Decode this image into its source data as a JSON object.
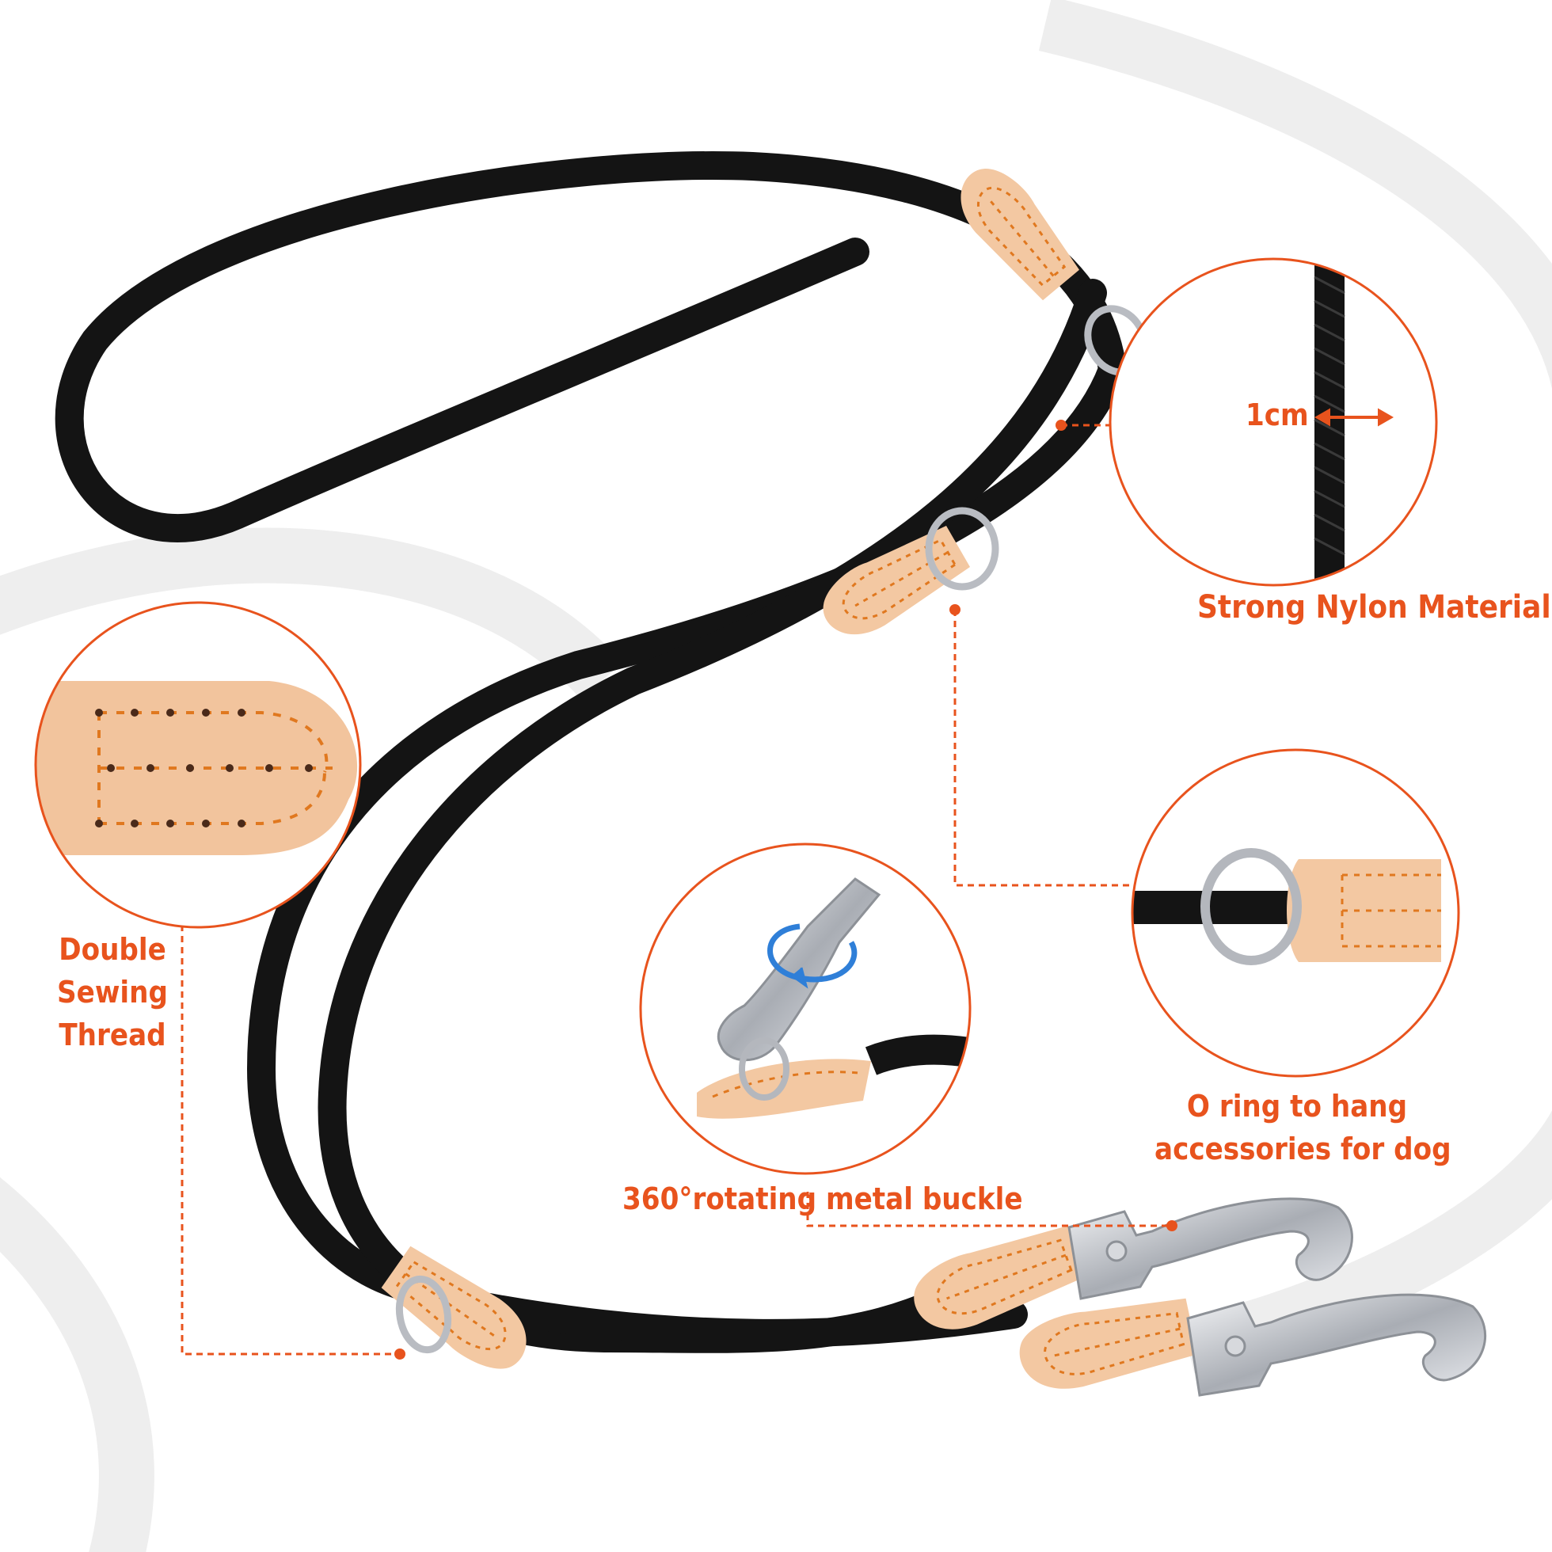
{
  "colors": {
    "accent": "#e8531d",
    "rope": "#141414",
    "leather": "#f3c8a2",
    "stitch": "#e0781f",
    "metal": "#c9ccd1",
    "rotate_arrow": "#2f7fd8"
  },
  "callouts": {
    "width_measure": "1cm",
    "nylon": "Strong Nylon Material",
    "sewing_line1": "Double",
    "sewing_line2": "Sewing",
    "sewing_line3": "Thread",
    "oring_line1": "O ring to hang",
    "oring_line2": "accessories for dog",
    "buckle": "360°rotating metal buckle"
  },
  "icons": {
    "rotation": "rotate-arrow-icon"
  }
}
